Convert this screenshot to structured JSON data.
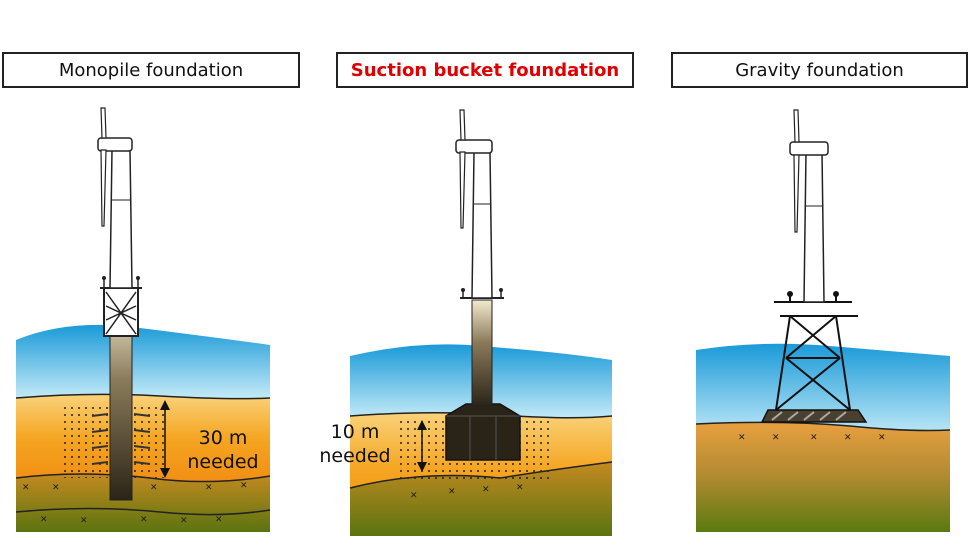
{
  "panels": [
    {
      "title": "Monopile foundation",
      "highlight": false,
      "annotation": [
        "30 m",
        "needed"
      ]
    },
    {
      "title": "Suction bucket foundation",
      "highlight": true,
      "annotation": [
        "10 m",
        "needed"
      ]
    },
    {
      "title": "Gravity foundation",
      "highlight": false,
      "annotation": []
    }
  ],
  "colors": {
    "highlight_text": "#e00000",
    "sea_top": "#1a9ad8",
    "sea_bottom": "#bfe8f8",
    "sand": "#f5a623",
    "seabed_dark": "#4a6a10"
  }
}
